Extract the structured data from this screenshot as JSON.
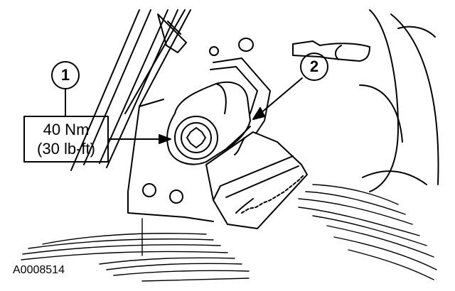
{
  "callouts": [
    {
      "number": "1"
    },
    {
      "number": "2"
    }
  ],
  "torque": {
    "metric": "40 Nm",
    "imperial": "(30 lb-ft)"
  },
  "figure_id": "A0008514",
  "colors": {
    "ink": "#000000",
    "paper": "#ffffff"
  }
}
